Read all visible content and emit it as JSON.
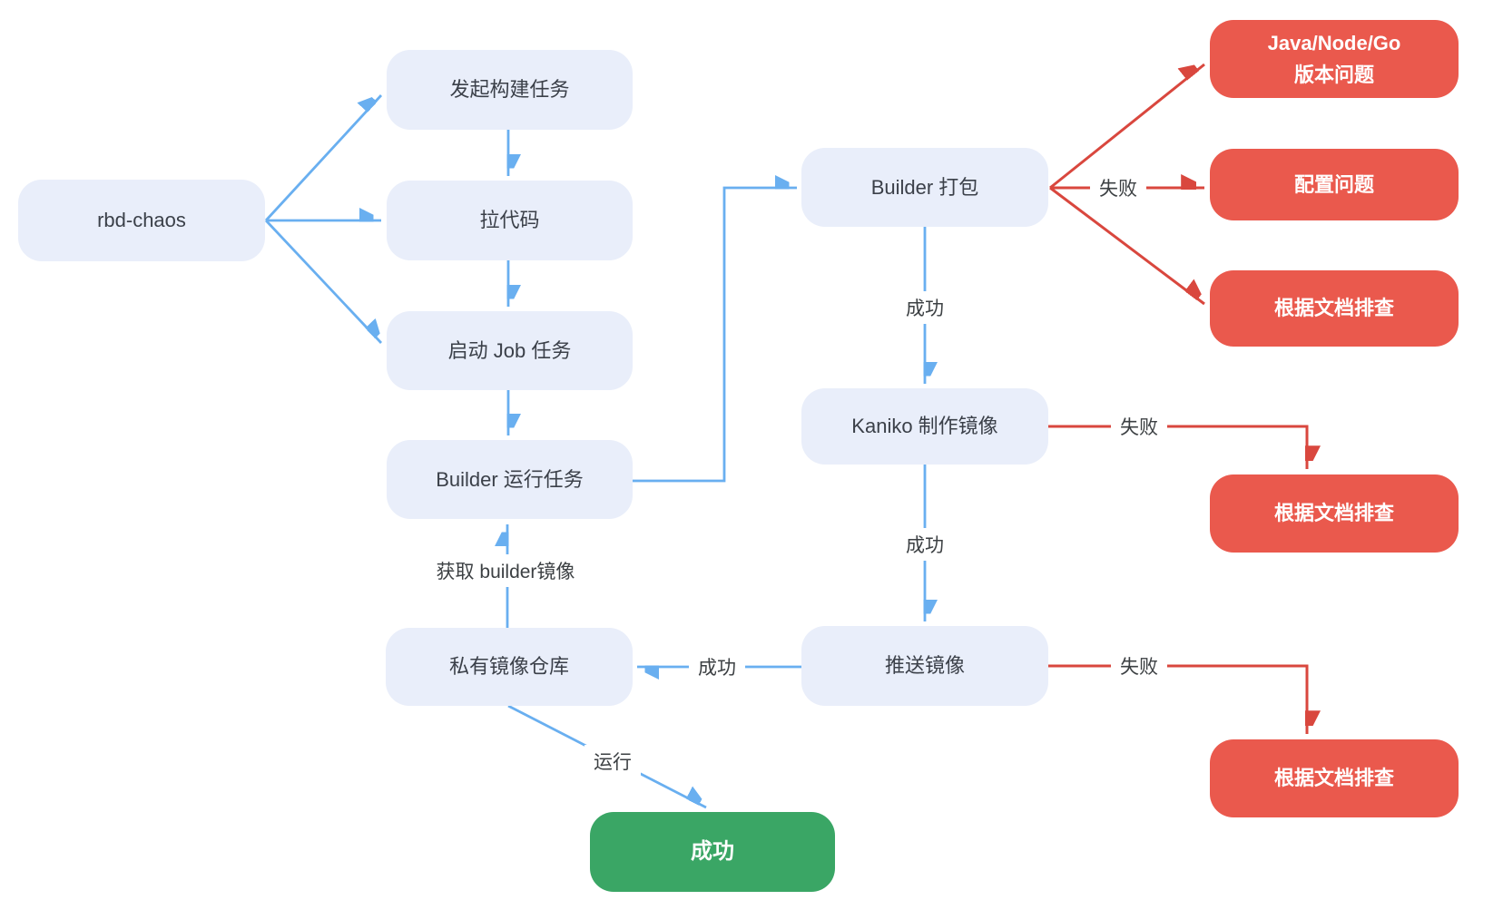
{
  "diagram": {
    "type": "flowchart",
    "title": "rbd-chaos build pipeline flowchart",
    "colors": {
      "node_fill": "#E9EEFA",
      "node_text": "#3B4049",
      "edge_blue": "#69AFF0",
      "edge_red": "#D9473E",
      "error_fill": "#EA594D",
      "success_fill": "#3AA665",
      "edge_label_text": "#3C4043",
      "on_dark_text": "#FFFFFF",
      "background": "#FFFFFF"
    },
    "nodes": {
      "start": {
        "label": "rbd-chaos"
      },
      "t1": {
        "label": "发起构建任务"
      },
      "t2": {
        "label": "拉代码"
      },
      "t3": {
        "label": "启动 Job 任务"
      },
      "t4": {
        "label": "Builder 运行任务"
      },
      "repo": {
        "label": "私有镜像仓库"
      },
      "b1": {
        "label": "Builder 打包"
      },
      "b2": {
        "label": "Kaniko 制作镜像"
      },
      "b3": {
        "label": "推送镜像"
      },
      "final_success": {
        "label": "成功"
      },
      "err_version": {
        "label": "Java/Node/Go\n版本问题"
      },
      "err_config": {
        "label": "配置问题"
      },
      "err_doc1": {
        "label": "根据文档排查"
      },
      "err_doc2": {
        "label": "根据文档排查"
      },
      "err_doc3": {
        "label": "根据文档排查"
      }
    },
    "edge_labels": {
      "success1": "成功",
      "success2": "成功",
      "success3": "成功",
      "fail1": "失败",
      "fail2": "失败",
      "fail3": "失败",
      "fetch_builder": "获取 builder镜像",
      "run": "运行"
    }
  }
}
